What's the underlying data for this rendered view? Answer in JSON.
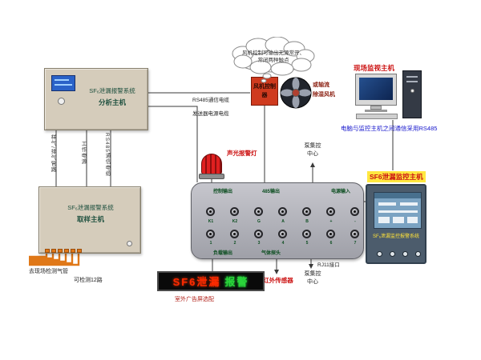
{
  "analysis_host": {
    "title": "SF₆泄漏报警系统",
    "subtitle": "分析主机"
  },
  "sampling_host": {
    "title": "SF₆泄漏报警系统",
    "subtitle": "取样主机"
  },
  "link_labels": {
    "gas_line": "样气/排气管路",
    "power_line": "工作电源",
    "rs485_line": "RS485通信电缆"
  },
  "gas_tubes": {
    "to_site": "去现场检测气管",
    "channels": "可检测12路"
  },
  "cloud_note": {
    "line1": "风机控制可输出无源常开、",
    "line2": "常闭两种触点"
  },
  "fan_controller_label": "风机控制器",
  "fan_label": {
    "line1": "或轴流",
    "line2": "除湿风机"
  },
  "cable_labels": {
    "rs485": "RS485通信电缆",
    "power": "发送器电源电缆"
  },
  "site_monitor": {
    "title": "现场监视主机",
    "note": "电脑与监控主机之间通信采用RS485"
  },
  "beacon_label": "声光报警灯",
  "terminal_box": {
    "top_groups": [
      "控制输出",
      "485输出",
      "电源输入"
    ],
    "bottom_groups": [
      "负载输出",
      "气体探头"
    ],
    "top_terminals": [
      "K1",
      "K2",
      "G",
      "A",
      "B",
      "+",
      "-"
    ],
    "bottom_terminals": [
      "1",
      "2",
      "3",
      "4",
      "5",
      "6",
      "7"
    ]
  },
  "pump_center": {
    "line1": "泵集控",
    "line2": "中心"
  },
  "rj11_label": "RJ11接口",
  "ir_sensor_label": "红外传感器",
  "sf6_host": {
    "title": "SF6泄漏监控主机",
    "screen_label": "SF₆泄漏监控报警系统"
  },
  "led_display": {
    "red_text": "SF6泄漏",
    "green_text": "报警",
    "note": "室外广告屏选配"
  },
  "colors": {
    "accent_red": "#cc1111",
    "note_blue": "#1515cc",
    "tube_orange": "#e07818",
    "wire": "#3a3a3a"
  }
}
